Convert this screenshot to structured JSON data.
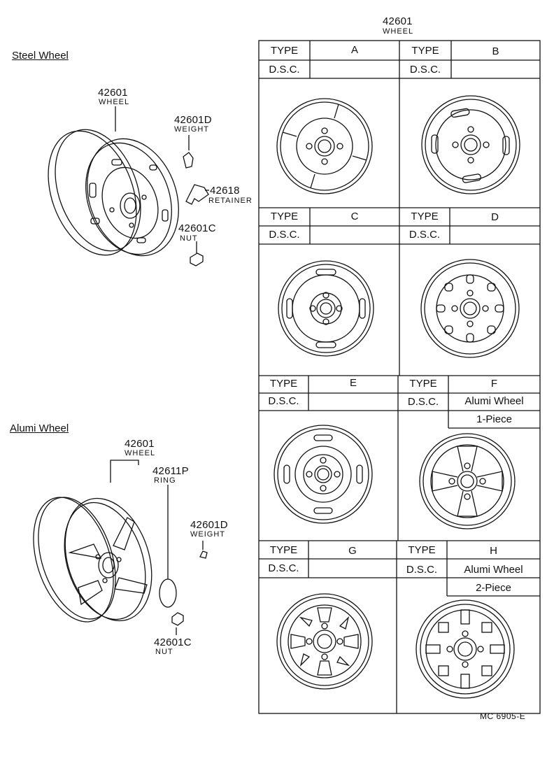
{
  "header": {
    "part_no": "42601",
    "part_name": "WHEEL"
  },
  "steel": {
    "title": "Steel Wheel",
    "wheel_no": "42601",
    "wheel_name": "WHEEL",
    "weight_no": "42601D",
    "weight_name": "WEIGHT",
    "retainer_no": "42618",
    "retainer_name": "RETAINER",
    "nut_no": "42601C",
    "nut_name": "NUT"
  },
  "alumi": {
    "title": "Alumi Wheel",
    "wheel_no": "42601",
    "wheel_name": "WHEEL",
    "ring_no": "42611P",
    "ring_name": "RING",
    "weight_no": "42601D",
    "weight_name": "WEIGHT",
    "nut_no": "42601C",
    "nut_name": "NUT"
  },
  "labels": {
    "type": "TYPE",
    "dsc": "D.S.C."
  },
  "types": [
    {
      "type": "A",
      "dsc": "",
      "extra": ""
    },
    {
      "type": "B",
      "dsc": "",
      "extra": ""
    },
    {
      "type": "C",
      "dsc": "",
      "extra": ""
    },
    {
      "type": "D",
      "dsc": "",
      "extra": ""
    },
    {
      "type": "E",
      "dsc": "",
      "extra": ""
    },
    {
      "type": "F",
      "dsc": "Alumi Wheel",
      "extra": "1-Piece"
    },
    {
      "type": "G",
      "dsc": "",
      "extra": ""
    },
    {
      "type": "H",
      "dsc": "Alumi Wheel",
      "extra": "2-Piece"
    }
  ],
  "footer": {
    "code": "MC  6905-E"
  }
}
